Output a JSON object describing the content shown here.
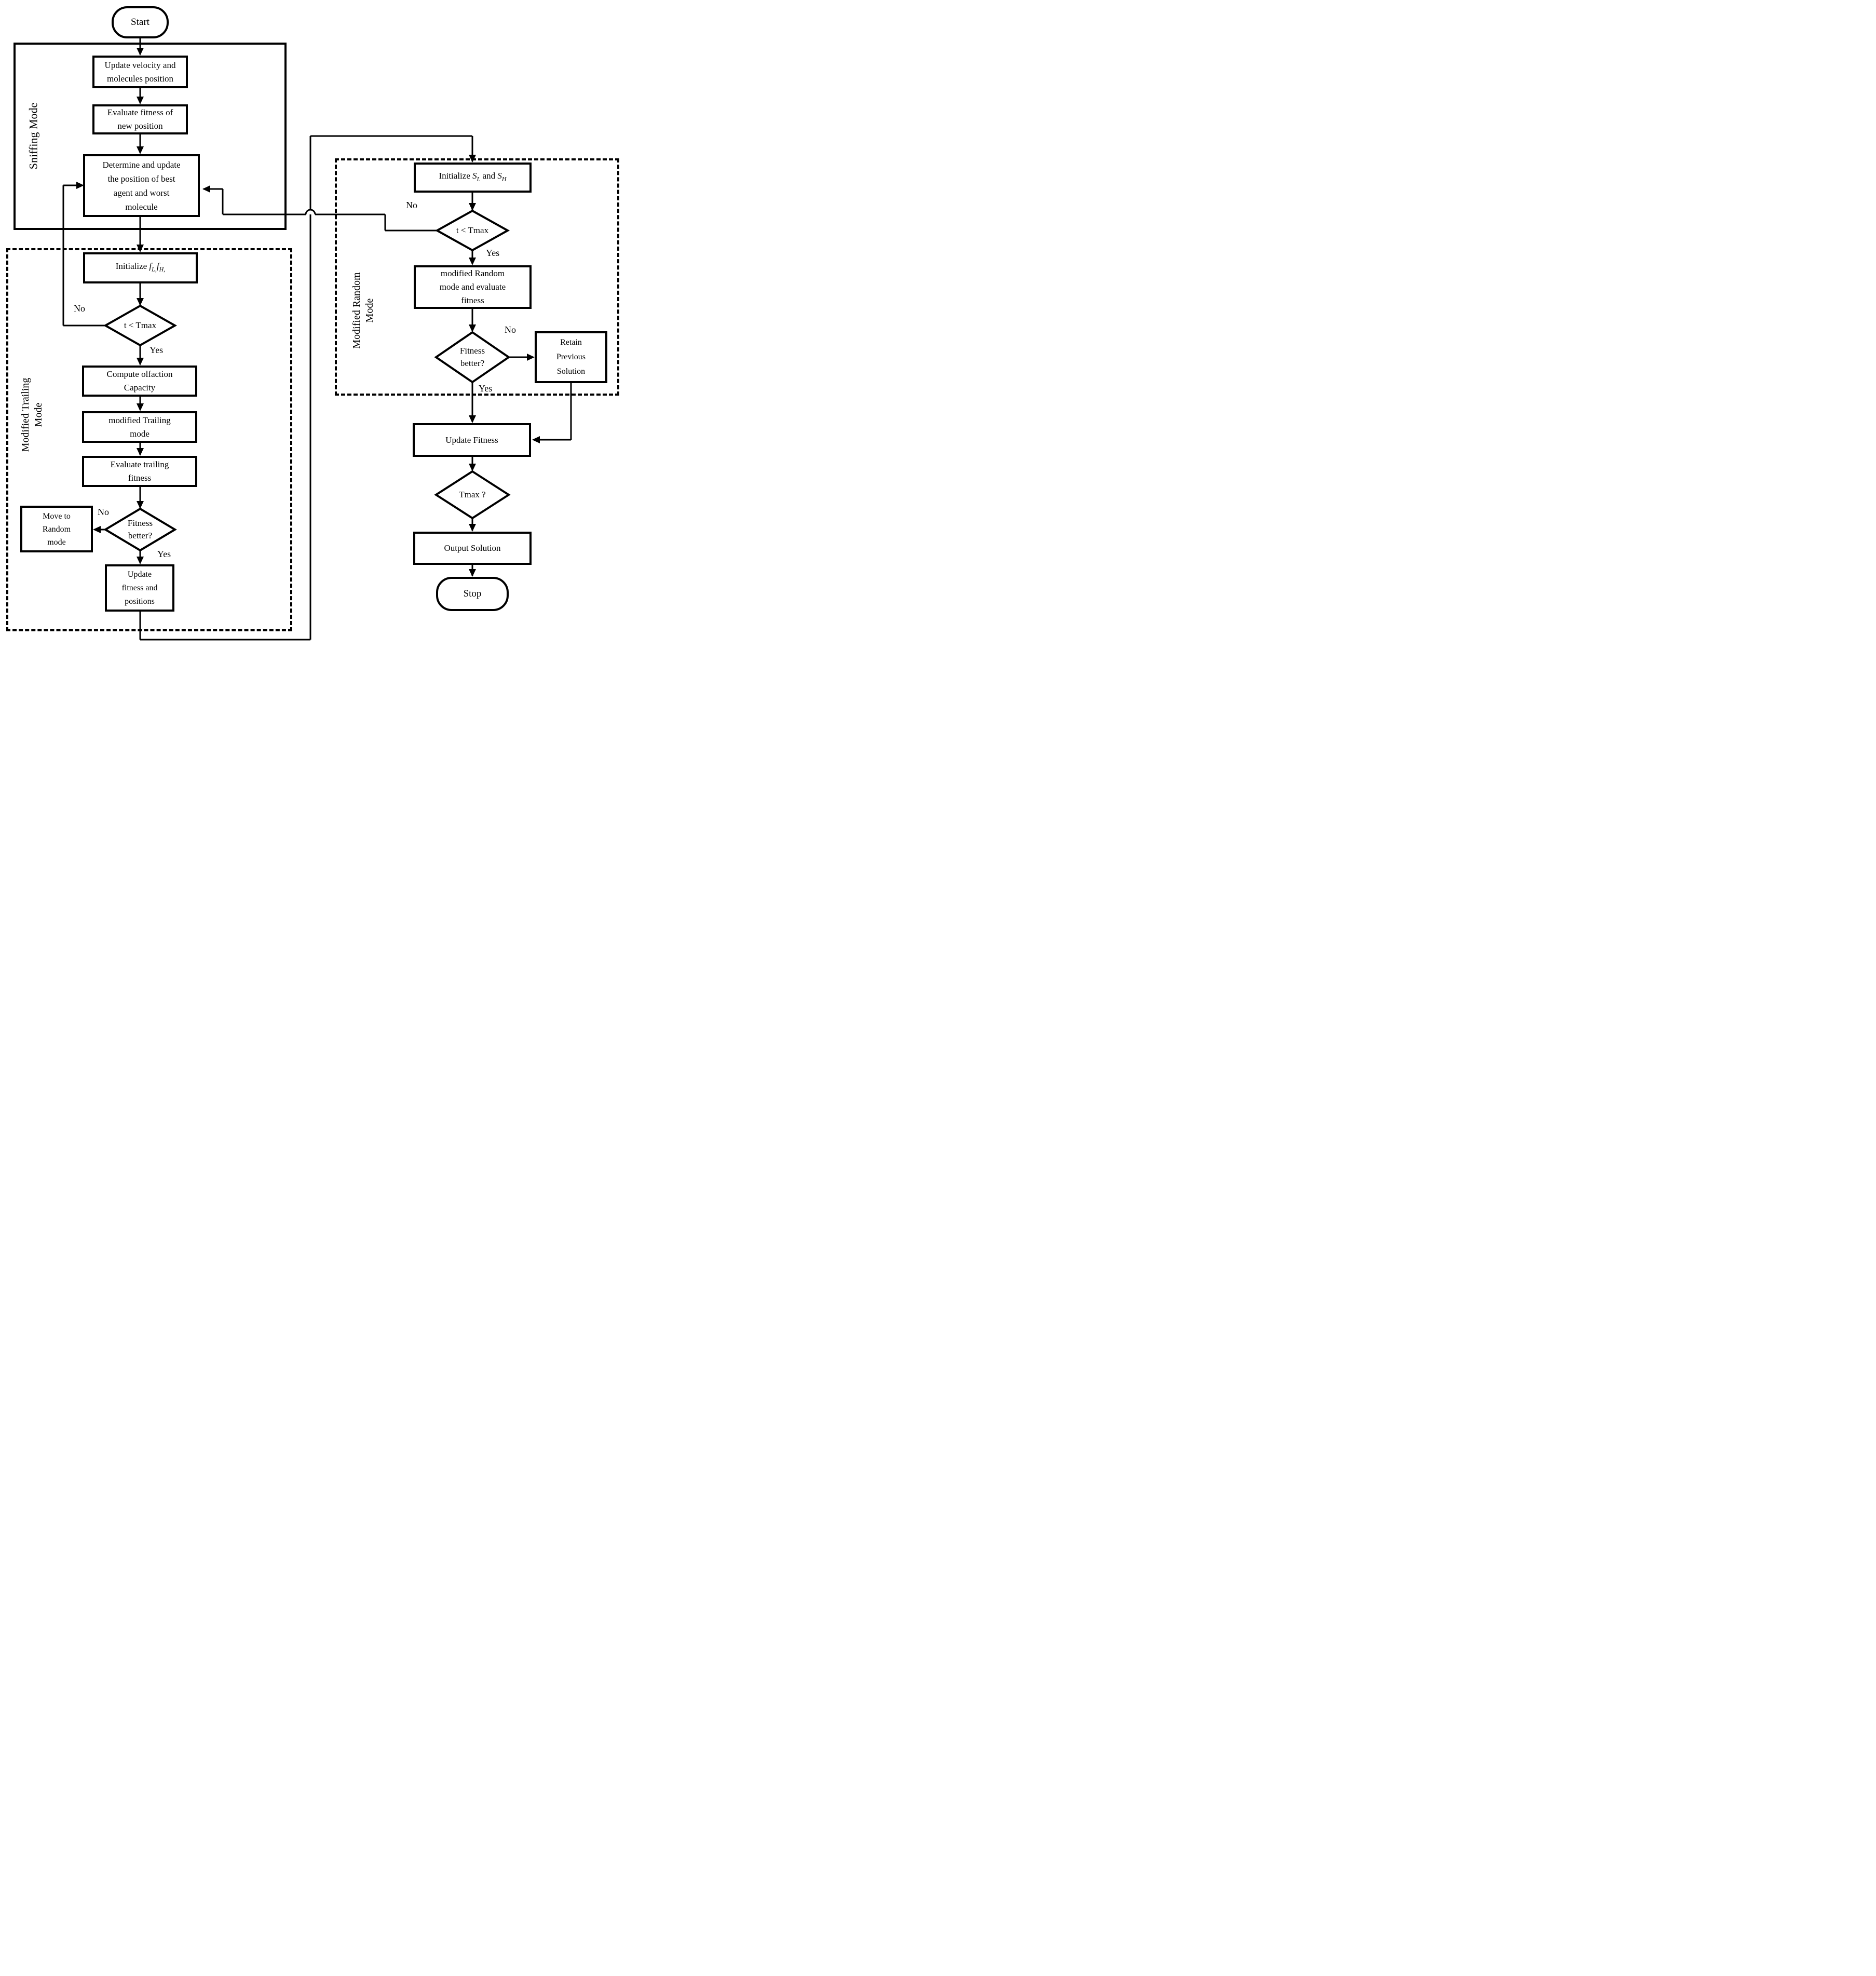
{
  "colors": {
    "ink": "#000000",
    "background": "#ffffff"
  },
  "regions": {
    "sniffing": "Sniffing Mode",
    "trailing": "Modified Trailing\nMode",
    "random": "Modified Random\nMode"
  },
  "nodes": {
    "start": {
      "label": "Start"
    },
    "update_velocity": {
      "label": "Update velocity and\nmolecules position"
    },
    "evaluate_fitness": {
      "label": "Evaluate fitness of\nnew position"
    },
    "determine_update": {
      "label": "Determine and update\nthe position of best\nagent and worst\nmolecule"
    },
    "initialize_f": {
      "prefix": "Initialize ",
      "var1": "f",
      "sub1": "L,",
      "var2": "f",
      "sub2": "H,"
    },
    "t_tmax_left": {
      "label": "t < Tmax"
    },
    "compute_olfaction": {
      "label": "Compute olfaction\nCapacity"
    },
    "modified_trailing": {
      "label": "modified Trailing\nmode"
    },
    "evaluate_trailing": {
      "label": "Evaluate trailing\nfitness"
    },
    "fitness_better_left": {
      "label": "Fitness\nbetter?"
    },
    "move_to_random": {
      "label": "Move to\nRandom\nmode"
    },
    "update_fitness_positions": {
      "label": "Update\nfitness and\npositions"
    },
    "initialize_s": {
      "prefix": "Initialize ",
      "var1": "S",
      "sub1": "L",
      "mid": " and ",
      "var2": "S",
      "sub2": "H"
    },
    "t_tmax_right": {
      "label": "t < Tmax"
    },
    "modified_random": {
      "label": "modified Random\nmode and evaluate\nfitness"
    },
    "fitness_better_right": {
      "label": "Fitness\nbetter?"
    },
    "retain_previous": {
      "label": "Retain\nPrevious\nSolution"
    },
    "update_fitness": {
      "label": "Update Fitness"
    },
    "tmax_q": {
      "label": "Tmax ?"
    },
    "output_solution": {
      "label": "Output Solution"
    },
    "stop": {
      "label": "Stop"
    }
  },
  "edges": {
    "tmax_left_no": "No",
    "tmax_left_yes": "Yes",
    "fitness_left_no": "No",
    "fitness_left_yes": "Yes",
    "tmax_right_no": "No",
    "tmax_right_yes": "Yes",
    "fitness_right_no": "No",
    "fitness_right_yes": "Yes"
  }
}
